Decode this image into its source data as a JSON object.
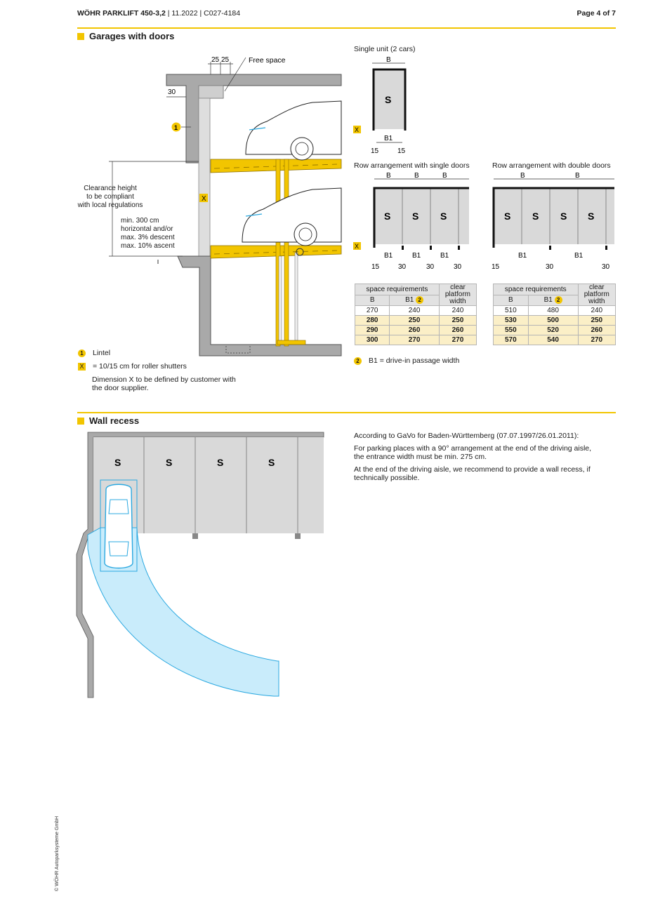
{
  "header": {
    "product": "WÖHR PARKLIFT 450-3,2",
    "meta": " | 11.2022 | C027-4184",
    "page": "Page 4 of 7"
  },
  "section1": {
    "title": "Garages with doors",
    "dim_25a": "25",
    "dim_25b": "25",
    "free_space": "Free space",
    "dim_30": "30",
    "marker_1": "1",
    "marker_x": "X",
    "clearance_1": "Clearance height",
    "clearance_2": "to be compliant",
    "clearance_3": "with local regulations",
    "min_1": "min. 300 cm",
    "min_2": "horizontal and/or",
    "min_3": "max. 3% descent",
    "min_4": "max. 10% ascent",
    "legend_lintel": "Lintel",
    "legend_x": "= 10/15 cm for roller shutters",
    "legend_dim_1": "Dimension X to be defined by customer with",
    "legend_dim_2": "the door supplier."
  },
  "single_unit": {
    "title": "Single unit (2 cars)",
    "b": "B",
    "s": "S",
    "b1": "B1",
    "d15a": "15",
    "d15b": "15"
  },
  "row_single": {
    "title": "Row arrangement with single doors",
    "b": "B",
    "s": "S",
    "b1": "B1",
    "d15": "15",
    "d30": "30"
  },
  "row_double": {
    "title": "Row arrangement with double doors",
    "b": "B",
    "s": "S",
    "b1": "B1",
    "d15": "15",
    "d30": "30"
  },
  "table_headers": {
    "space": "space requirements",
    "b": "B",
    "b1": "B1",
    "badge": "2",
    "clear_1": "clear",
    "clear_2": "platform",
    "clear_3": "width"
  },
  "table_single": {
    "rows": [
      [
        "270",
        "240",
        "240"
      ],
      [
        "280",
        "250",
        "250"
      ],
      [
        "290",
        "260",
        "260"
      ],
      [
        "300",
        "270",
        "270"
      ]
    ]
  },
  "table_double": {
    "rows": [
      [
        "510",
        "480",
        "240"
      ],
      [
        "530",
        "500",
        "250"
      ],
      [
        "550",
        "520",
        "260"
      ],
      [
        "570",
        "540",
        "270"
      ]
    ]
  },
  "footnote2": {
    "badge": "2",
    "text": "B1 = drive-in passage width"
  },
  "section2": {
    "title": "Wall recess",
    "s": "S",
    "note_1": "According to GaVo for Baden-Württemberg (07.07.1997/26.01.2011):",
    "note_2a": "For parking places with a 90° arrangement at the end of the driving aisle,",
    "note_2b": "the entrance width must be min. 275 cm.",
    "note_3a": "At the end of the driving aisle, we recommend to provide a wall recess, if",
    "note_3b": "technically possible."
  },
  "copyright": "© WÖHR Autoparksysteme GmbH",
  "colors": {
    "accent": "#f2c500",
    "wall": "#a9a9a9",
    "space": "#d9d9d9",
    "car_blue": "#2aa8e0",
    "highlight_row": "#fbefc7"
  }
}
